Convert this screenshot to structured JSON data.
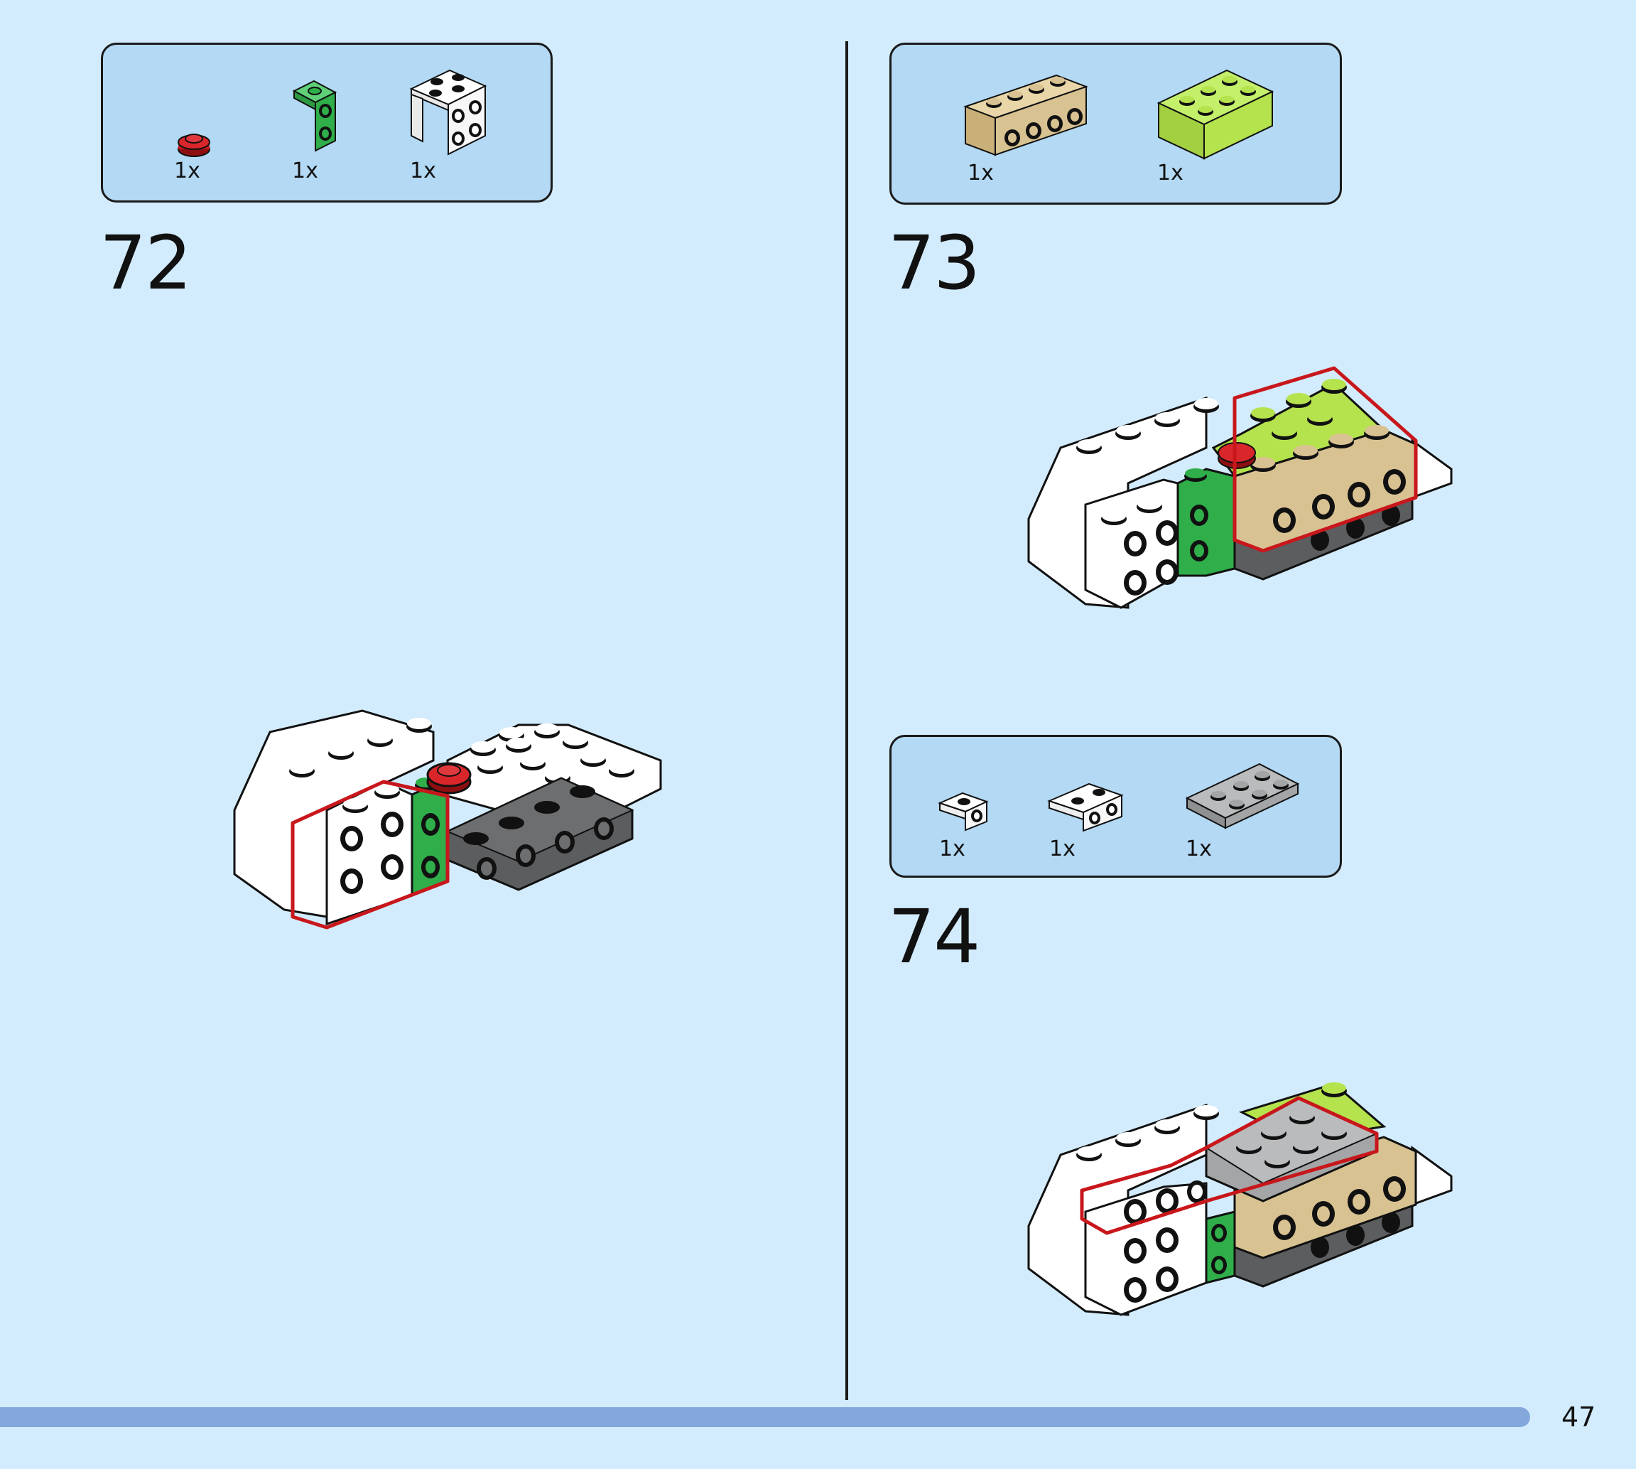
{
  "page_number": "47",
  "steps": [
    {
      "number": "72",
      "parts": [
        {
          "qty": "1x",
          "part": "red-round-plate-1x1-icon",
          "color": "#c8171c"
        },
        {
          "qty": "1x",
          "part": "green-bracket-1x1-icon",
          "color": "#2fae4a"
        },
        {
          "qty": "1x",
          "part": "white-bracket-2x2-icon",
          "color": "#ffffff"
        }
      ]
    },
    {
      "number": "73",
      "parts": [
        {
          "qty": "1x",
          "part": "tan-brick-1x4-studs-icon",
          "color": "#d8c291"
        },
        {
          "qty": "1x",
          "part": "lime-brick-2x3-icon",
          "color": "#b5e34d"
        }
      ]
    },
    {
      "number": "74",
      "parts": [
        {
          "qty": "1x",
          "part": "white-bracket-1x1-icon",
          "color": "#ffffff"
        },
        {
          "qty": "1x",
          "part": "white-bracket-1x2-icon",
          "color": "#ffffff"
        },
        {
          "qty": "1x",
          "part": "grey-plate-2x3-icon",
          "color": "#a3a5a6"
        }
      ]
    }
  ],
  "colors": {
    "background": "#d3ecfd",
    "parts_box": "#b3d9f4",
    "progress_bar": "#84a8dc",
    "highlight": "#c8171c"
  }
}
